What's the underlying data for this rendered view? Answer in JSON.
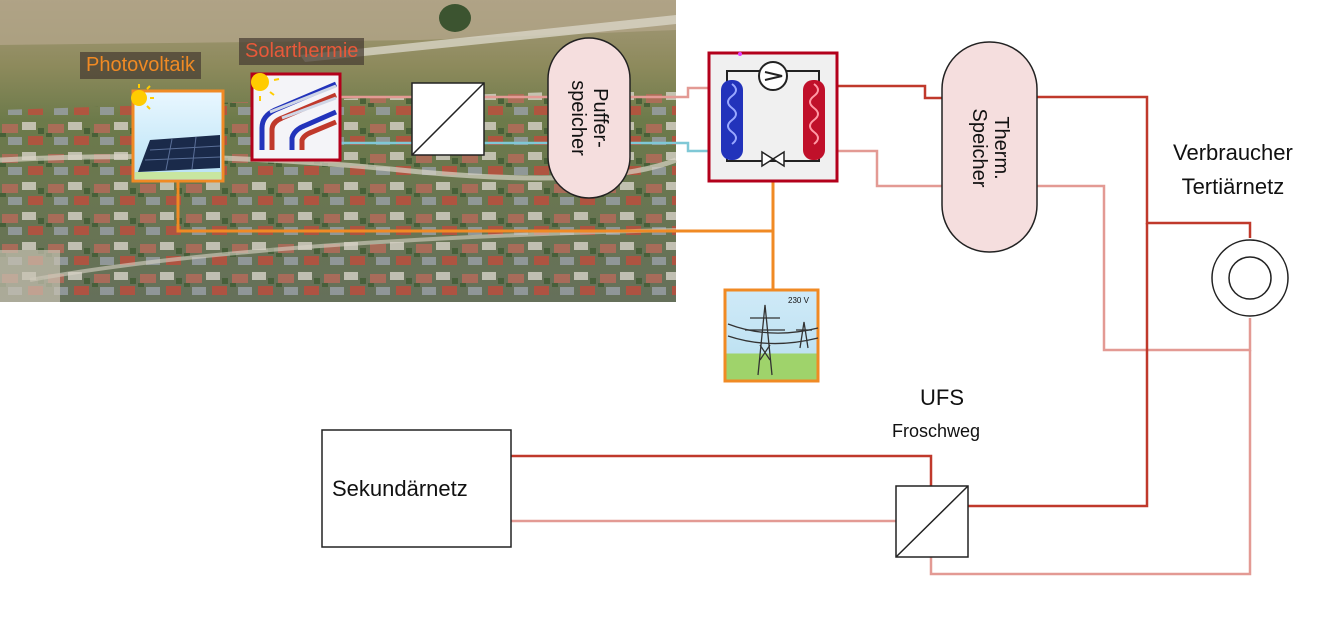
{
  "labels": {
    "photovoltaik": "Photovoltaik",
    "solarthermie": "Solarthermie",
    "pufferspeicher_line1": "Puffer-",
    "pufferspeicher_line2": "speicher",
    "therm_line1": "Therm.",
    "therm_line2": "Speicher",
    "verbraucher_line1": "Verbraucher",
    "verbraucher_line2": "Tertiärnetz",
    "ufs": "UFS",
    "froschweg": "Froschweg",
    "sekundaernetz": "Sekundärnetz",
    "grid_voltage": "230 V"
  },
  "colors": {
    "pv_orange": "#f08a24",
    "solarthermie_label": "#d9452a",
    "supply_red": "#c0392b",
    "return_pink": "#e39a94",
    "cold_blue": "#2233bb",
    "cold_line": "#7fc8d6",
    "heatpump_border": "#b3001b",
    "tank_fill": "#f5dede"
  },
  "icons": {
    "pv": "solar-panel-icon",
    "solarthermie": "solar-thermal-collector-icon",
    "heat_exchanger": "heat-exchanger-icon",
    "heat_pump": "heat-pump-icon",
    "grid": "power-pylon-icon",
    "consumer": "consumer-circle-icon"
  }
}
